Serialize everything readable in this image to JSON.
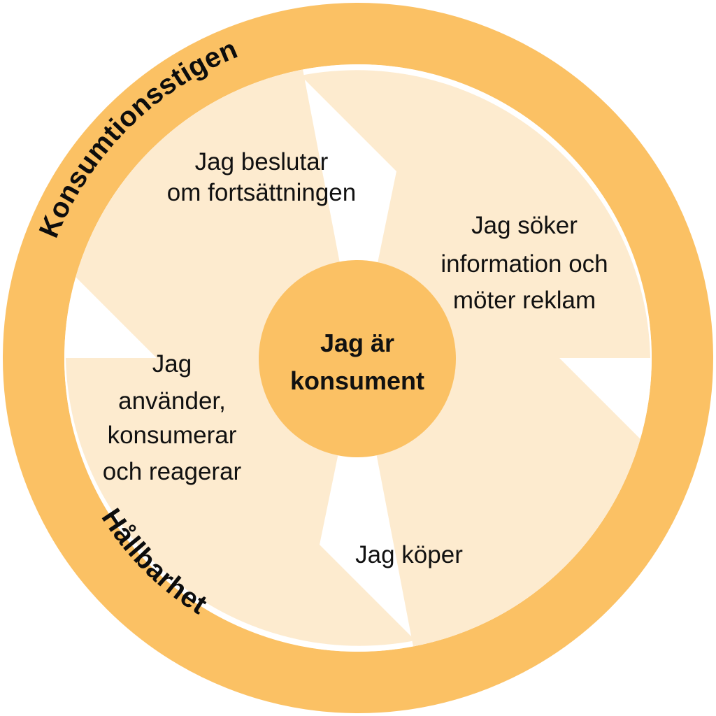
{
  "diagram": {
    "title": "Konsumtionsstigen",
    "bottom_label": "Hållbarhet",
    "center": {
      "line1": "Jag är",
      "line2": "konsument"
    },
    "stages": [
      {
        "id": "search",
        "position": "right",
        "background": "cream",
        "lines": [
          "Jag söker",
          "information och",
          "möter reklam"
        ]
      },
      {
        "id": "buy",
        "position": "bottom",
        "background": "white",
        "lines": [
          "Jag köper"
        ]
      },
      {
        "id": "use",
        "position": "left",
        "background": "cream",
        "lines": [
          "Jag",
          "använder,",
          "konsumerar",
          "och reagerar"
        ]
      },
      {
        "id": "decide",
        "position": "top",
        "background": "white",
        "lines": [
          "Jag beslutar",
          "om fortsättningen"
        ]
      }
    ],
    "colors": {
      "ring": "#FBC164",
      "center_circle": "#FBC164",
      "cream": "#FDEBCF",
      "white": "#FFFFFF",
      "text": "#111111"
    }
  }
}
